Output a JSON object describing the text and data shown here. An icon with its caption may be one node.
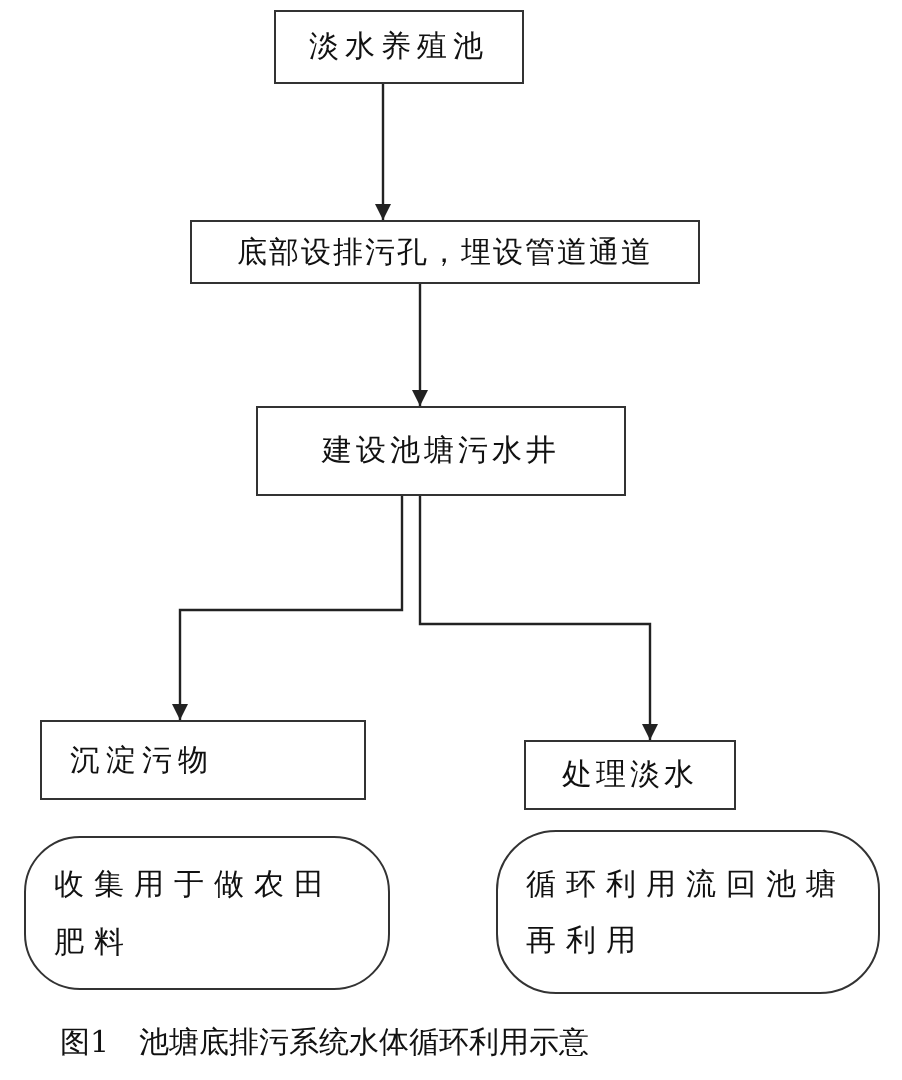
{
  "diagram": {
    "caption": "图1　池塘底排污系统水体循环利用示意",
    "nodes": [
      {
        "text": [
          "淡水养殖池"
        ]
      },
      {
        "text": [
          "底部设排污孔，埋设管道通道"
        ]
      },
      {
        "text": [
          "建设池塘污水井"
        ]
      },
      {
        "text": [
          "沉淀污物"
        ]
      },
      {
        "text": [
          "处理淡水"
        ]
      },
      {
        "text": [
          "收集用于做农田肥料"
        ]
      },
      {
        "text": [
          "循环利用流回池塘再利用"
        ]
      }
    ],
    "edges": [
      {
        "from": 0,
        "to": 1,
        "arrow": "to"
      },
      {
        "from": 1,
        "to": 2,
        "arrow": "to"
      },
      {
        "from": 2,
        "to": 3,
        "arrow": "to"
      },
      {
        "from": 2,
        "to": 4,
        "arrow": "to"
      }
    ]
  }
}
